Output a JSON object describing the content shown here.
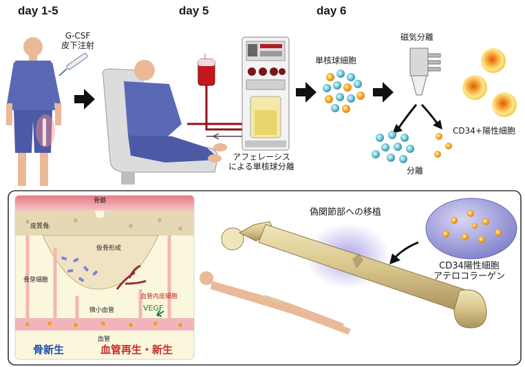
{
  "timeline": {
    "day1": "day 1-5",
    "day2": "day 5",
    "day3": "day 6"
  },
  "step1": {
    "line1": "G-CSF",
    "line2": "皮下注射"
  },
  "step2": {
    "line1": "アフェレーシス",
    "line2": "による単核球分離"
  },
  "step3": {
    "label": "単核球細胞"
  },
  "step4": {
    "label": "磁気分離",
    "cd34": "CD34+陽性細胞",
    "separation": "分離"
  },
  "inset": {
    "marrow": "骨髄",
    "cortical": "皮質骨",
    "callus": "仮骨形成",
    "osteoblast": "骨芽細胞",
    "endothelial": "血管内皮細胞",
    "capillary": "微小血管",
    "vegf": "VEGF",
    "vessel": "血管",
    "osteogenesis": "骨新生",
    "angiogenesis": "血管再生・新生"
  },
  "transplant": {
    "title": "偽関節部への移植",
    "cells_line1": "CD34陽性細胞",
    "cells_line2": "アテロコラーゲン"
  },
  "colors": {
    "blue_text": "#1f4fa8",
    "red_text": "#cc2a2a",
    "vegf_green": "#1b7f3a",
    "cd34_orange": "#f0a020",
    "gown_blue": "#4f5fae"
  }
}
